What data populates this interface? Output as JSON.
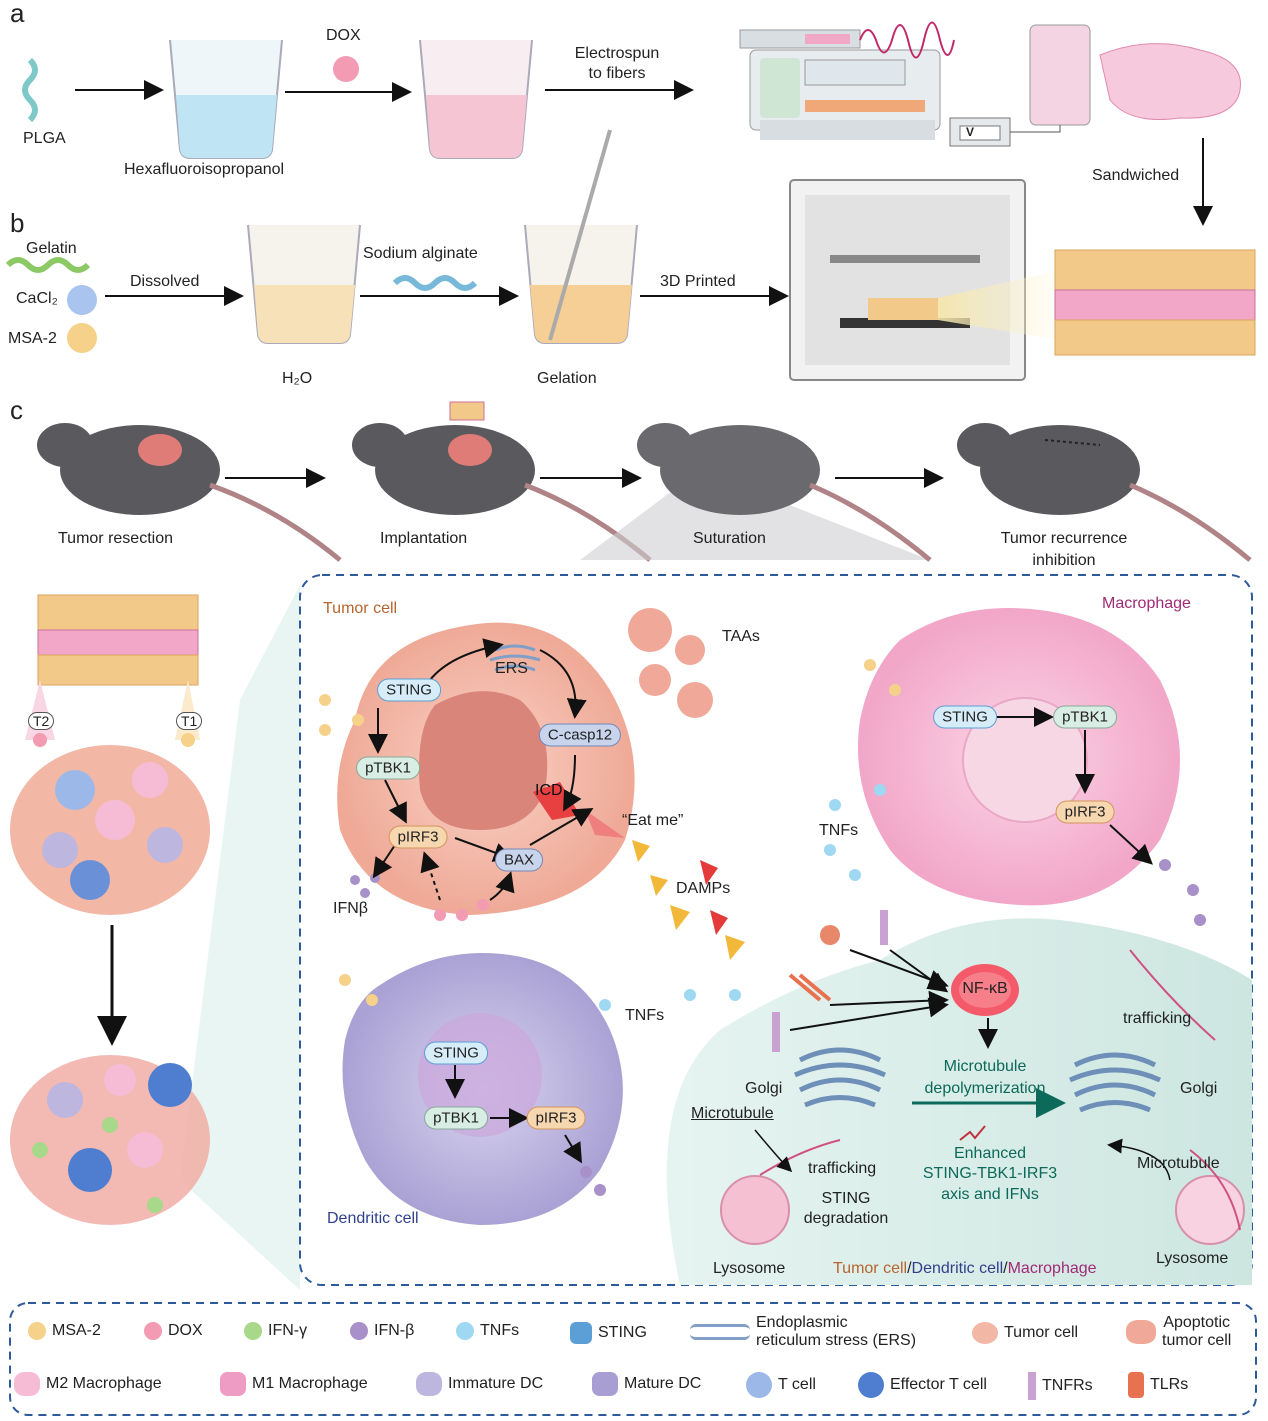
{
  "panels": {
    "a": "a",
    "b": "b",
    "c": "c"
  },
  "panel_a": {
    "plga": "PLGA",
    "dox": "DOX",
    "hfip": "Hexafluoroisopropanol",
    "electrospun_line1": "Electrospun",
    "electrospun_line2": "to fibers",
    "voltage_symbol": "V",
    "sandwiched": "Sandwiched"
  },
  "panel_b": {
    "gelatin": "Gelatin",
    "cacl2": "CaCl₂",
    "msa2": "MSA-2",
    "dissolved": "Dissolved",
    "h2o": "H₂O",
    "sodium_alginate": "Sodium alginate",
    "gelation": "Gelation",
    "printed": "3D Printed"
  },
  "panel_c": {
    "steps": [
      "Tumor resection",
      "Implantation",
      "Suturation",
      "Tumor recurrence",
      "inhibition"
    ],
    "t2": "T2",
    "t1": "T1"
  },
  "mechanism": {
    "tumor_cell": "Tumor cell",
    "sting": "STING",
    "ers": "ERS",
    "ptbk1": "pTBK1",
    "c_casp12": "C-casp12",
    "icd": "ICD",
    "pirf3": "pIRF3",
    "bax": "BAX",
    "eat_me": "“Eat me”",
    "ifnb": "IFNβ",
    "taas": "TAAs",
    "damps": "DAMPs",
    "macrophage": "Macrophage",
    "mac_sting": "STING",
    "mac_ptbk1": "pTBK1",
    "mac_pirf3": "pIRF3",
    "tnfs_1": "TNFs",
    "tnfs_2": "TNFs",
    "dendritic_cell": "Dendritic cell",
    "dc_sting": "STING",
    "dc_ptbk1": "pTBK1",
    "dc_pirf3": "pIRF3",
    "nfkb": "NF-κB",
    "mt_depoly_1": "Microtubule",
    "mt_depoly_2": "depolymerization",
    "enhanced_1": "Enhanced",
    "enhanced_2": "STING-TBK1-IRF3",
    "enhanced_3": "axis and IFNs",
    "golgi_left": "Golgi",
    "golgi_right": "Golgi",
    "microtubule_left": "Microtubule",
    "microtubule_right": "Microtubule",
    "trafficking_left": "trafficking",
    "trafficking_right": "trafficking",
    "sting_deg_1": "STING",
    "sting_deg_2": "degradation",
    "lysosome_left": "Lysosome",
    "lysosome_right": "Lysosome",
    "cell_types": [
      "Tumor cell",
      "/",
      "Dendritic cell",
      "/",
      "Macrophage"
    ]
  },
  "legend": [
    "MSA-2",
    "DOX",
    "IFN-γ",
    "IFN-β",
    "TNFs",
    "STING",
    "Endoplasmic",
    "reticulum stress (ERS)",
    "Tumor cell",
    "Apoptotic",
    "tumor cell",
    "M2 Macrophage",
    "M1 Macrophage",
    "Immature DC",
    "Mature DC",
    "T cell",
    "Effector T cell",
    "TNFRs",
    "TLRs"
  ],
  "colors": {
    "msa2": "#f5d18a",
    "dox": "#f29bb3",
    "ifng": "#a8d88a",
    "ifnb": "#a890c8",
    "tnfs": "#9fd8f2",
    "sting": "#5b9fd6",
    "tumor": "#f3b7a6",
    "macrophage": "#f6bcd6",
    "dc": "#bdb6de",
    "nucleus_tumor": "#d9857a",
    "teal_bg": "#cfe9e4",
    "panel_border": "#2c5a9a",
    "text_tumor": "#b5652e",
    "text_mac": "#a02a76",
    "text_dc": "#2f3f8c",
    "text_green": "#0c6a5a"
  }
}
